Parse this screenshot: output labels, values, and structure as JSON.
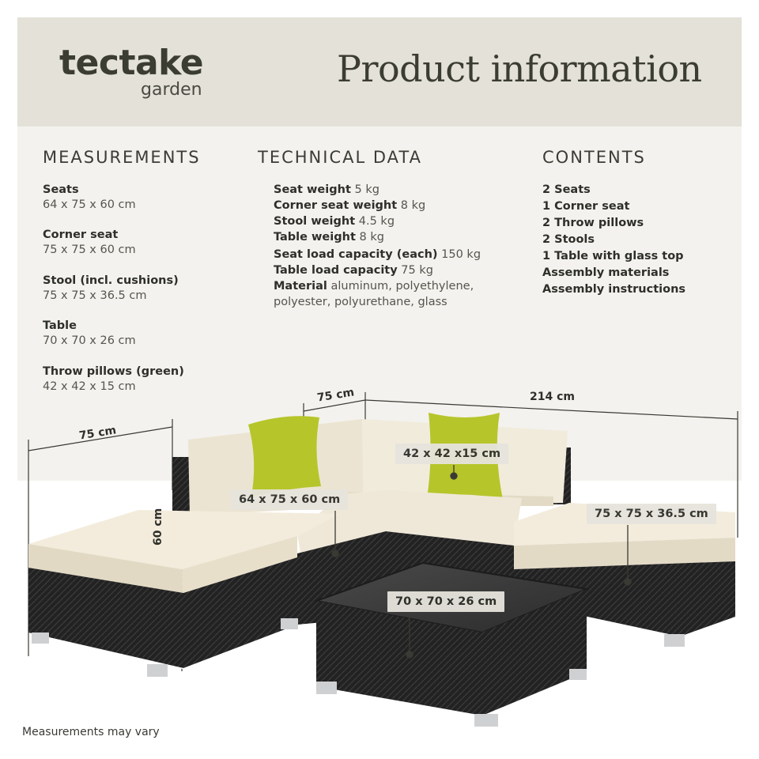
{
  "brand": {
    "name": "tectake",
    "sub": "garden"
  },
  "page_title": "Product information",
  "measurements": {
    "title": "MEASUREMENTS",
    "items": [
      {
        "label": "Seats",
        "value": "64 x 75 x 60 cm"
      },
      {
        "label": "Corner seat",
        "value": "75 x 75 x 60 cm"
      },
      {
        "label": "Stool (incl. cushions)",
        "value": "75 x 75 x 36.5 cm"
      },
      {
        "label": "Table",
        "value": "70 x 70 x 26 cm"
      },
      {
        "label": "Throw pillows (green)",
        "value": "42 x 42 x 15 cm"
      }
    ]
  },
  "technical": {
    "title": "TECHNICAL DATA",
    "items": [
      {
        "label": "Seat weight",
        "value": "5 kg"
      },
      {
        "label": "Corner seat weight",
        "value": "8 kg"
      },
      {
        "label": "Stool weight",
        "value": "4.5 kg"
      },
      {
        "label": "Table weight",
        "value": "8 kg"
      },
      {
        "label": "Seat load capacity (each)",
        "value": "150 kg"
      },
      {
        "label": "Table load capacity",
        "value": "75 kg"
      },
      {
        "label": "Material",
        "value": "aluminum, polyethylene,",
        "value2": "polyester, polyurethane, glass"
      }
    ]
  },
  "contents": {
    "title": "CONTENTS",
    "items": [
      "2 Seats",
      "1 Corner seat",
      "2 Throw pillows",
      "2 Stools",
      "1 Table with glass top",
      "Assembly materials",
      "Assembly instructions"
    ]
  },
  "dimensions": {
    "left_width": "75 cm",
    "corner_width": "75 cm",
    "total_width": "214 cm",
    "height": "60 cm"
  },
  "tags": {
    "pillow": "42 x 42 x15 cm",
    "seat": "64 x 75 x 60 cm",
    "stool": "75 x 75 x 36.5 cm",
    "table": "70 x 70 x 26 cm"
  },
  "footnote": "Measurements may vary",
  "colors": {
    "header_bg": "#e3e1d8",
    "panel_bg": "#f3f2ee",
    "rattan": "#232323",
    "cushion": "#efe8d8",
    "pillow": "#b6c52a"
  }
}
